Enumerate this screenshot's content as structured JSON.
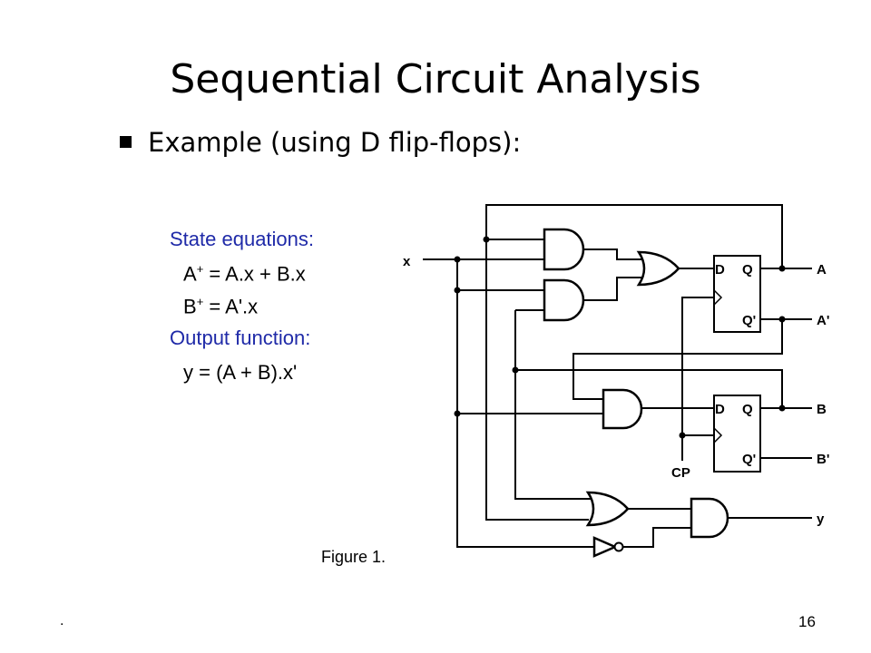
{
  "slide": {
    "title": "Sequential Circuit Analysis",
    "bullet": "Example (using D flip-flops):",
    "figure_caption": "Figure 1.",
    "page_number": "16",
    "footer_dot": "."
  },
  "equations": {
    "state_heading": "State equations:",
    "a_lhs": "A",
    "a_sup": "+",
    "a_rhs": " = A.x + B.x",
    "b_lhs": "B",
    "b_sup": "+",
    "b_rhs": " = A'.x",
    "output_heading": "Output function:",
    "y_eq": "y = (A + B).x'"
  },
  "circuit": {
    "input_x": "x",
    "ff1": {
      "d": "D",
      "q": "Q",
      "qbar": "Q'"
    },
    "ff2": {
      "d": "D",
      "q": "Q",
      "qbar": "Q'"
    },
    "clock": "CP",
    "out_a": "A",
    "out_abar": "A'",
    "out_b": "B",
    "out_bbar": "B'",
    "out_y": "y"
  },
  "colors": {
    "heading_blue": "#1f2aa8",
    "text": "#000000",
    "background": "#ffffff"
  }
}
